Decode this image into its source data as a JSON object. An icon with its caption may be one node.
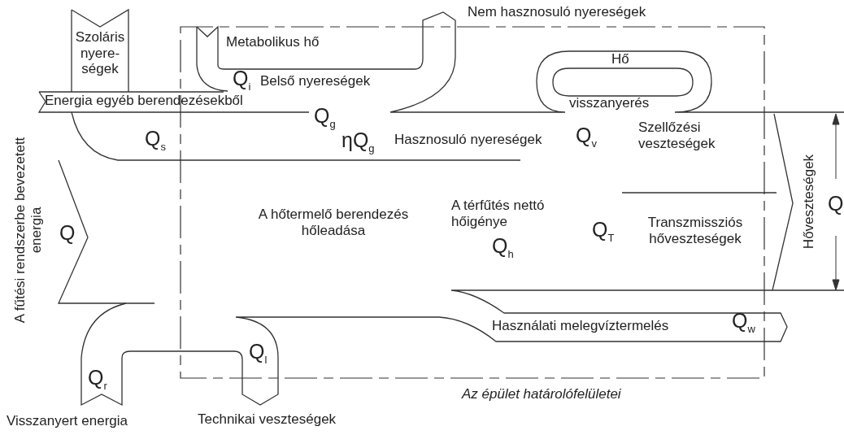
{
  "diagram": {
    "labels": [
      "Szoláris nyere-ségek",
      "Nem hasznosuló nyereségek",
      "Metabolikus hő",
      "Hő",
      "Q$_{i}$",
      "Belső nyereségek",
      "Energia egyéb berendezésekből",
      "visszanyerés",
      "Q$_{g}$",
      "Q$_{s}$",
      "ηQ$_{g}$",
      "Hasznosuló nyereségek",
      "Q$_{v}$",
      "Szellőzési veszteségek",
      "A fűtési rendszerbe bevezetett energia",
      "Hőveszteségek",
      "Q",
      "Q",
      "A hőtermelő berendezés hőleadása",
      "A térfűtés nettó hőigénye",
      "Q$_{T}$",
      "Transzmissziós hőveszteségek",
      "Q$_{h}$",
      "Használati melegvíztermelés",
      "Q$_{w}$",
      "Q$_{l}$",
      "Q$_{r}$",
      "Visszanyert energia",
      "Technikai veszteségek",
      "Az épület határolófelületei"
    ]
  }
}
